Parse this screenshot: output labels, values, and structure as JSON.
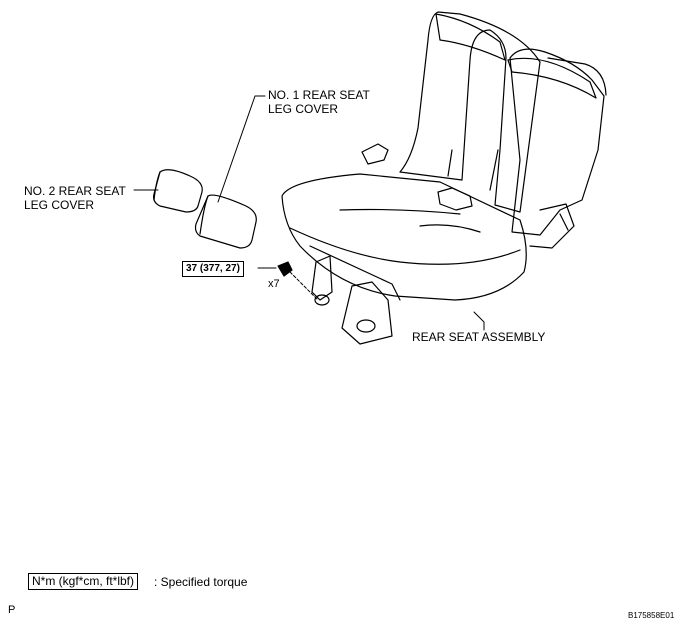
{
  "labels": {
    "no1_cover": [
      "NO. 1 REAR SEAT",
      "LEG COVER"
    ],
    "no2_cover": [
      "NO. 2 REAR SEAT",
      "LEG COVER"
    ],
    "seat_assembly": "REAR SEAT ASSEMBLY",
    "torque": "37 (377, 27)",
    "bolt_count": "x7"
  },
  "legend": {
    "unit_box": "N*m (kgf*cm, ft*lbf)",
    "description": ": Specified torque"
  },
  "footer": {
    "corner_mark": "P",
    "figure_code": "B175858E01"
  }
}
